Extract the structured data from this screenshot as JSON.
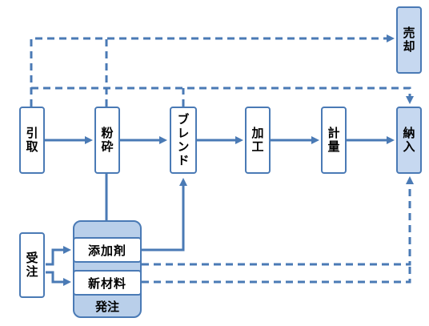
{
  "nodes": {
    "hikitori": "引取",
    "funsai": "粉砕",
    "blend": "ブレンド",
    "kakou": "加工",
    "keiryou": "計量",
    "nounyu": "納入",
    "baikyaku": "売却",
    "juchu": "受注",
    "tenkazai": "添加剤",
    "shinzairyo": "新材料"
  },
  "group": {
    "label": "発注"
  },
  "colors": {
    "stroke": "#4a7ab5",
    "fill_highlight": "#c6d8f0",
    "group_fill": "#b9cfea"
  }
}
